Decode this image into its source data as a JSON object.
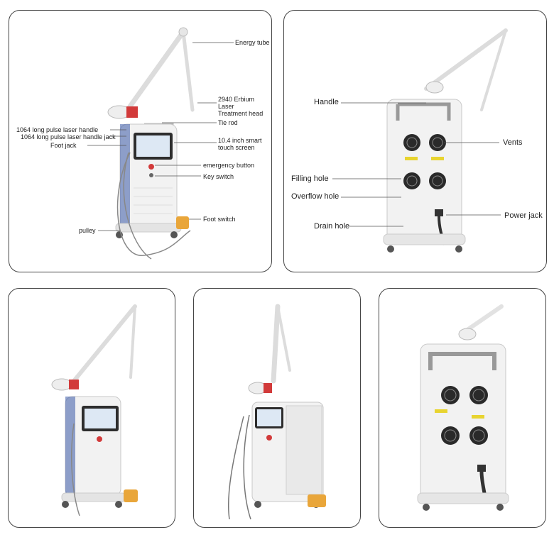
{
  "panels": {
    "front_labeled": {
      "labels": {
        "energy_tube": "Energy tube",
        "treatment_head": "2940 Erbium Laser\nTreatment head",
        "tie_rod": "Tie rod",
        "handle_1064": "1064 long pulse laser handle",
        "handle_jack_1064": "1064 long pulse laser handle jack",
        "foot_jack": "Foot jack",
        "touch_screen": "10.4 inch smart\ntouch screen",
        "emergency_button": "emergency button",
        "key_switch": "Key switch",
        "foot_switch": "Foot switch",
        "pulley": "pulley"
      }
    },
    "back_labeled": {
      "labels": {
        "handle": "Handle",
        "vents": "Vents",
        "filling_hole": "Filling hole",
        "overflow_hole": "Overflow hole",
        "power_jack": "Power jack",
        "drain_hole": "Drain hole"
      }
    }
  },
  "colors": {
    "panel_border": "#444444",
    "label_line": "#555555",
    "machine_body": "#f2f2f2",
    "accent_red": "#d23a3a",
    "foot_pedal": "#e9a63a",
    "fan": "#2a2a2a"
  }
}
